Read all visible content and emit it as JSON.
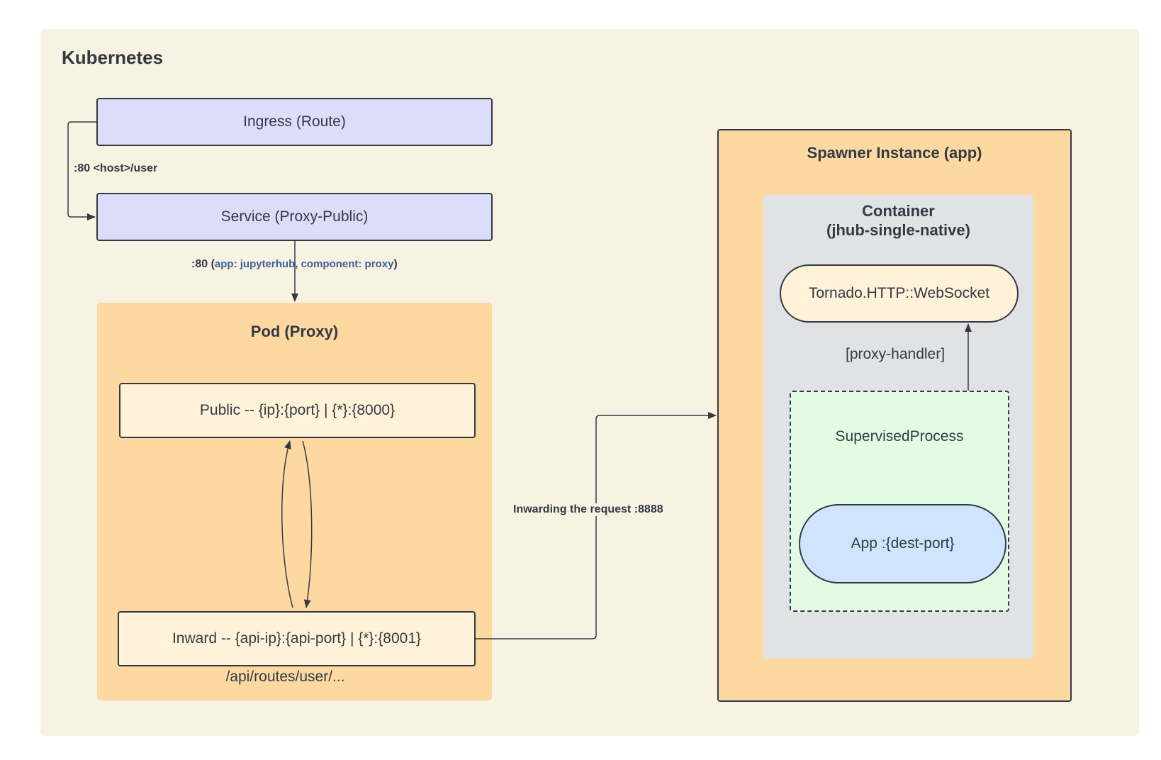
{
  "kubernetes": {
    "title": "Kubernetes"
  },
  "ingress": {
    "label": "Ingress (Route)"
  },
  "service": {
    "label": "Service (Proxy-Public)"
  },
  "edges": {
    "ingress_to_service": ":80 <host>/user",
    "service_to_pod_port": ":80 (",
    "service_to_pod_selector": "app: jupyterhub, component: proxy",
    "service_to_pod_close": ")",
    "inwarding": "Inwarding the request :8888",
    "proxy_handler": "[proxy-handler]"
  },
  "pod": {
    "title": "Pod (Proxy)",
    "public": "Public -- {ip}:{port} | {*}:{8000}",
    "inward": "Inward -- {api-ip}:{api-port} | {*}:{8001}",
    "routes": "/api/routes/user/..."
  },
  "spawner": {
    "title": "Spawner Instance (app)",
    "container_title_line1": "Container",
    "container_title_line2": "(jhub-single-native)",
    "tornado": "Tornado.HTTP::WebSocket",
    "supervised": "SupervisedProcess",
    "app": "App :{dest-port}"
  },
  "colors": {
    "background": "#f7f2e2",
    "service_fill": "#dcdcfb",
    "pod_fill": "#fdd9a1",
    "port_fill": "#fff2d8",
    "container_fill": "#e0e2e6",
    "supervised_fill": "#e3fae3",
    "app_fill": "#cfe4ff",
    "stroke": "#333a44",
    "selector_text": "#3a5f98"
  }
}
